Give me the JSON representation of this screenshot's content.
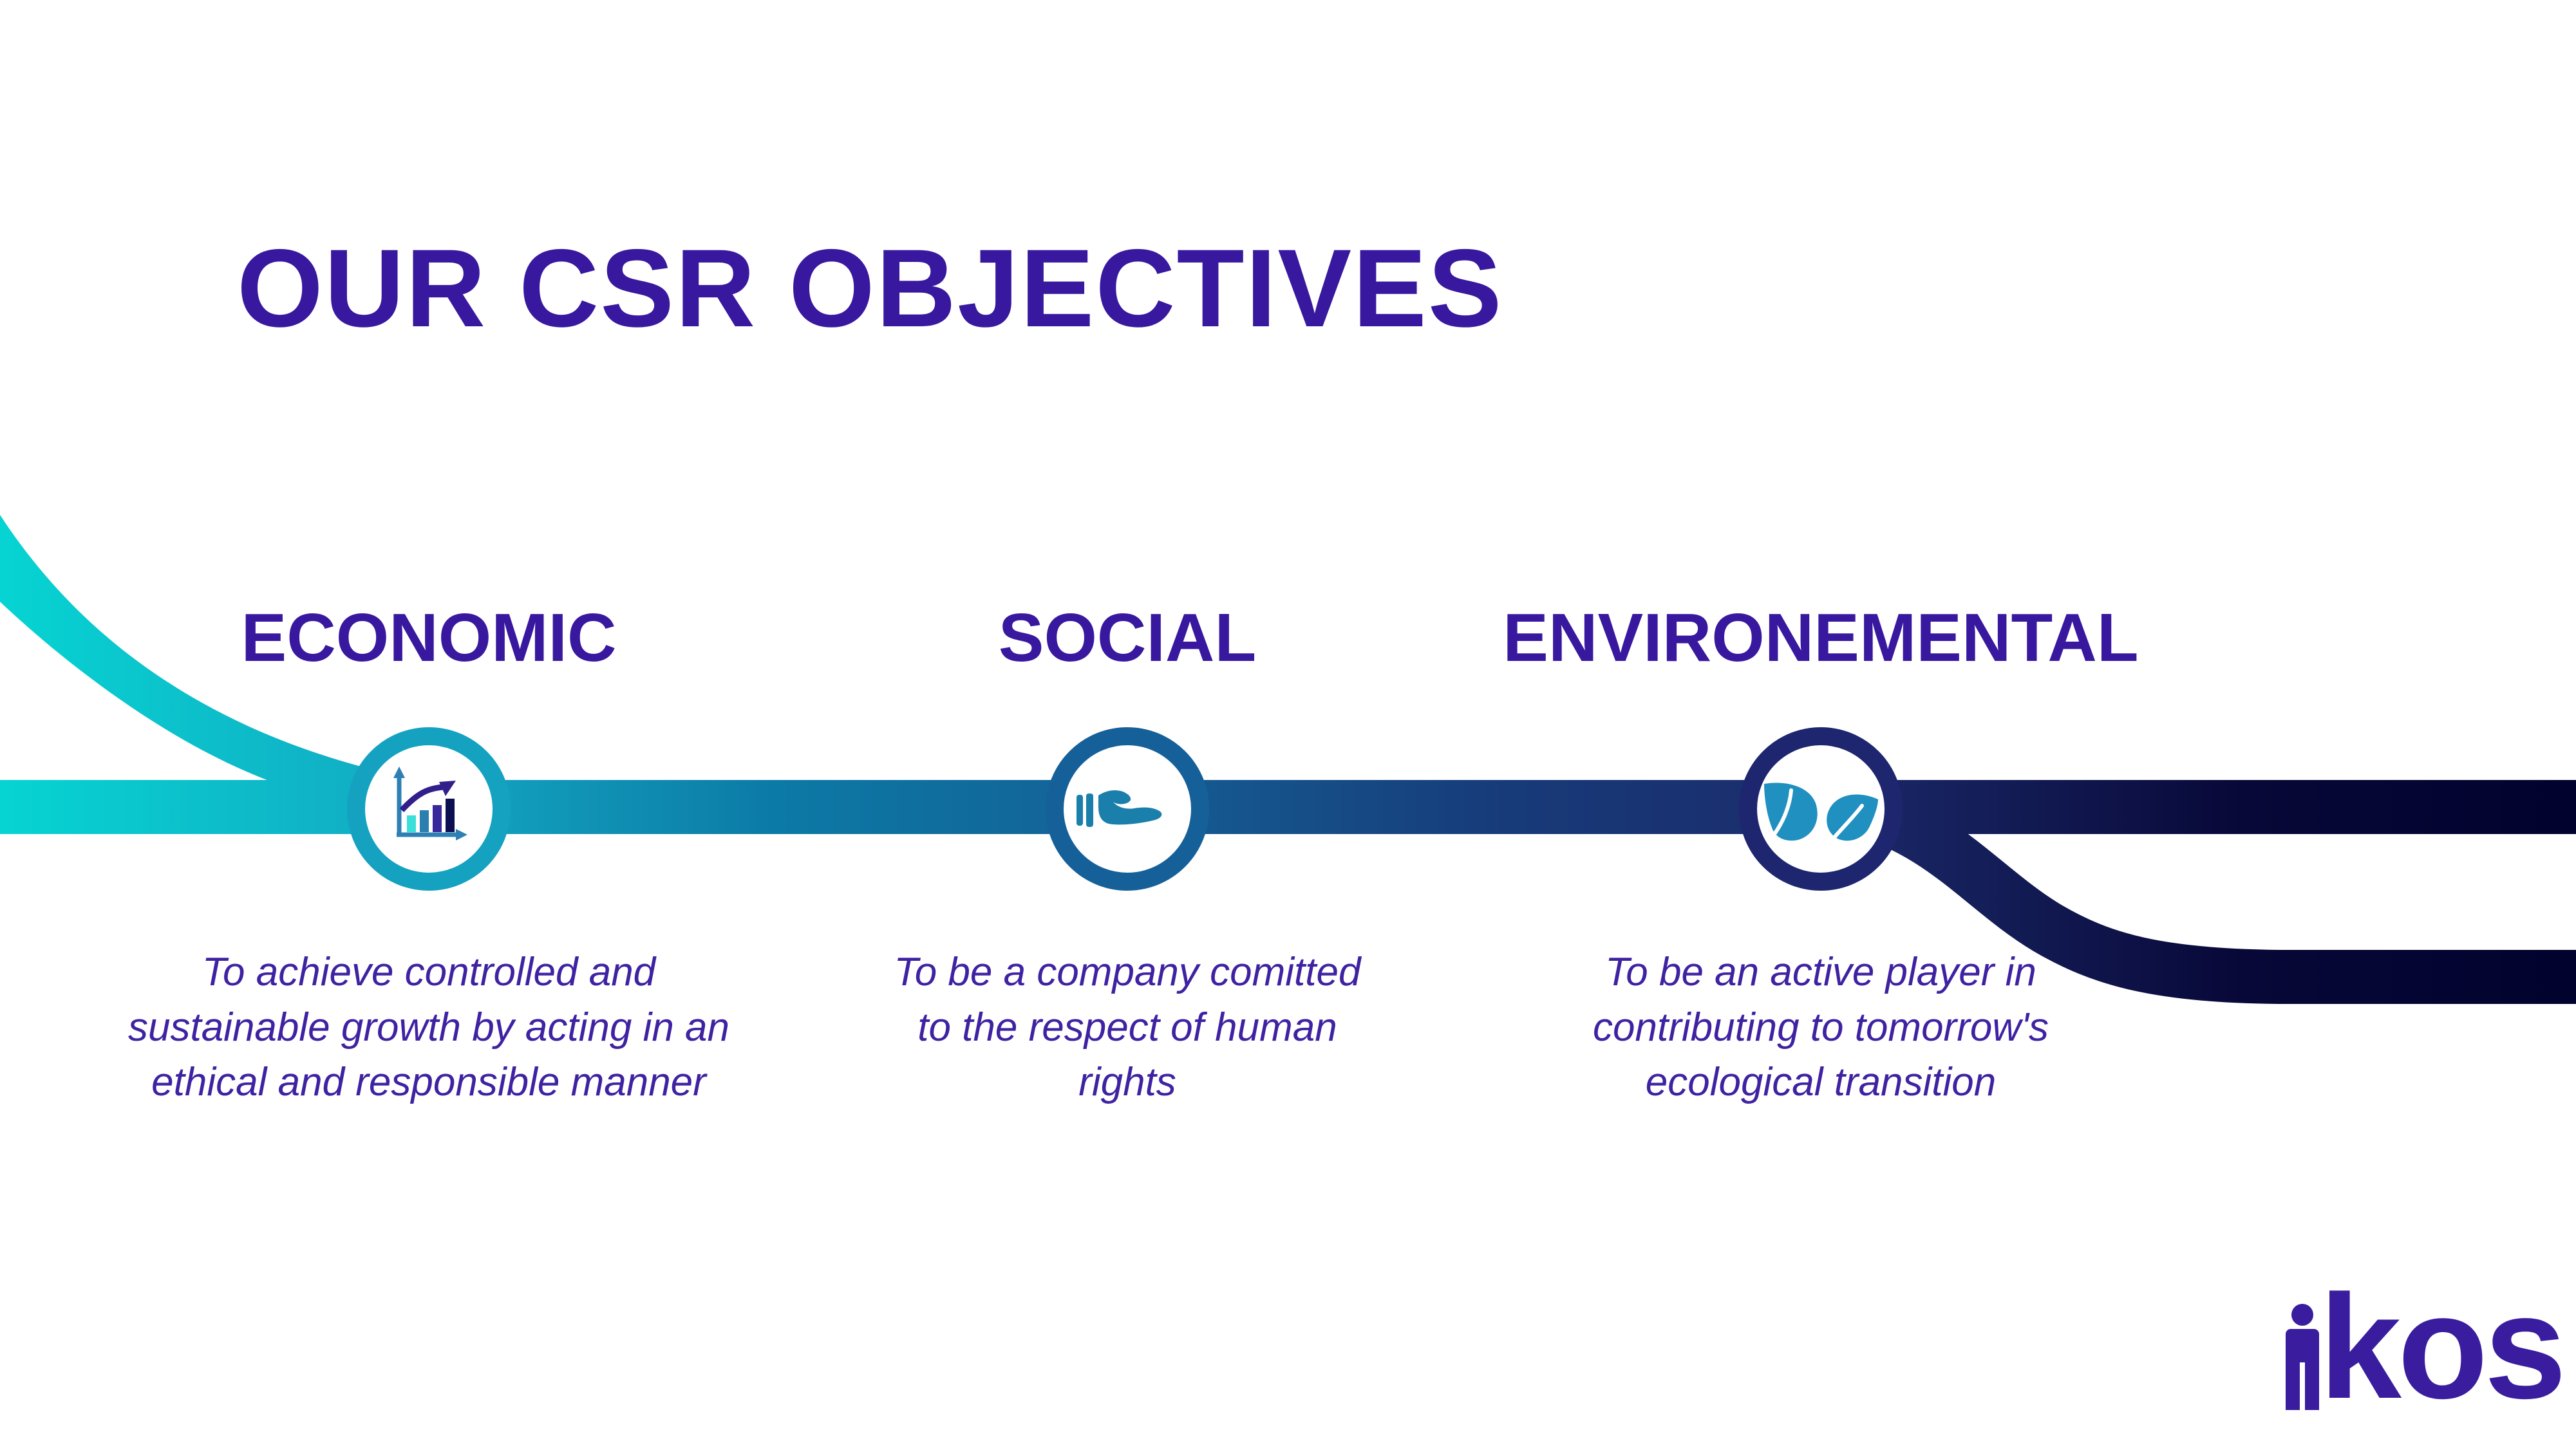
{
  "slide": {
    "title": "OUR CSR OBJECTIVES"
  },
  "columns": [
    {
      "heading": "ECONOMIC",
      "icon": "bar-chart-growth-icon",
      "lines": [
        "To achieve controlled and",
        "sustainable growth by acting in an",
        "ethical and responsible manner"
      ]
    },
    {
      "heading": "SOCIAL",
      "icon": "giving-hand-icon",
      "lines": [
        "To be a company comitted",
        "to the respect of human",
        "rights"
      ]
    },
    {
      "heading": "ENVIRONEMENTAL",
      "icon": "leaves-icon",
      "lines": [
        "To be an active player in",
        "contributing to tomorrow's",
        "ecological transition"
      ]
    }
  ],
  "logo": {
    "icon": "person-icon",
    "text": "kos"
  },
  "colors": {
    "heading_purple": "#38189E",
    "body_purple": "#3F22A2",
    "logo_purple": "#3A1D9E",
    "ribbon_gradient_start": "#06D4D2",
    "ribbon_gradient_end": "#02022E",
    "ring_economic": "#14A2C0",
    "ring_social": "#16609A",
    "ring_environmental": "#1D266E",
    "hand_blue": "#1B7FAC",
    "leaf_blue": "#2090C0"
  }
}
